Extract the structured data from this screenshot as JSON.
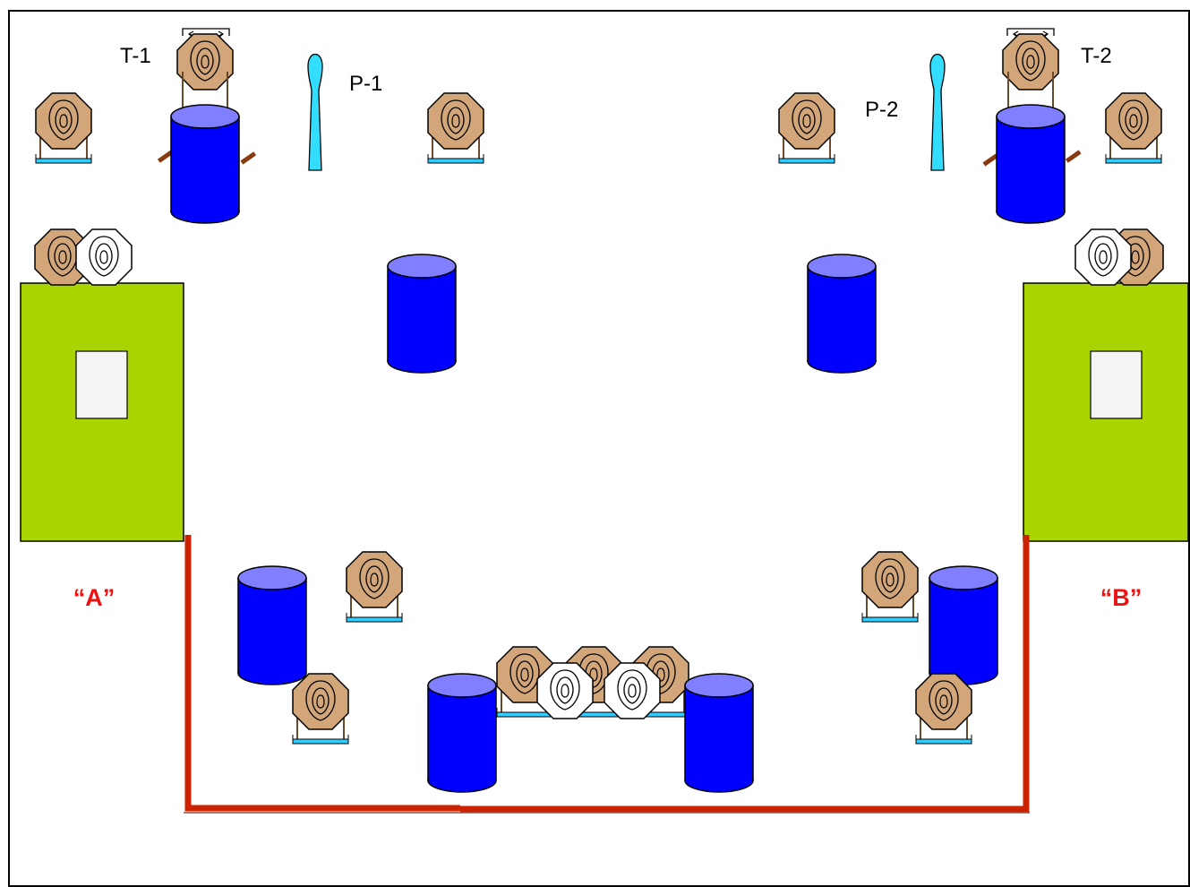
{
  "labels": {
    "t1": "T-1",
    "t2": "T-2",
    "p1": "P-1",
    "p2": "P-2",
    "area_a": "“A”",
    "area_b": "“B”"
  },
  "colors": {
    "barrel_fill": "#0000ff",
    "barrel_top": "#7f7fff",
    "target_fill": "#d2a679",
    "target_line": "#000000",
    "noshoot_fill": "#ffffff",
    "stand_base": "#33ccff",
    "popper_fill": "#33ddff",
    "start_box": "#aad400",
    "fault_line": "#dd2200",
    "area_label": "#ee1111"
  },
  "icons": {
    "target": "paper-target-icon",
    "no_shoot": "no-shoot-target-icon",
    "barrel": "barrel-icon",
    "popper": "popper-icon",
    "swinger": "swinger-icon"
  }
}
